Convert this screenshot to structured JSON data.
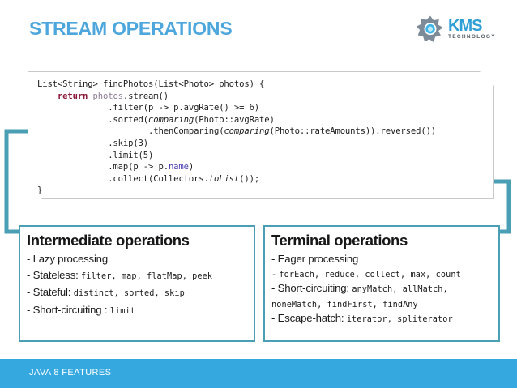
{
  "slide": {
    "title": "STREAM OPERATIONS",
    "footer_label": "JAVA 8 FEATURES",
    "accent_blue": "#4ea7dc",
    "footer_bg": "#35a8e0",
    "connector_teal": "#4b9fb5",
    "box_border": "#4b9fb5"
  },
  "logo": {
    "name": "KMS",
    "tagline": "TECHNOLOGY",
    "mark_icon": "kms-starburst-icon"
  },
  "code": {
    "lines": [
      "List<String> findPhotos(List<Photo> photos) {",
      "    return photos.stream()",
      "              .filter(p -> p.avgRate() >= 6)",
      "              .sorted(comparing(Photo::avgRate)",
      "                      .thenComparing(comparing(Photo::rateAmounts)).reversed())",
      "              .skip(3)",
      "              .limit(5)",
      "              .map(p -> p.name)",
      "              .collect(Collectors.toList());",
      "}"
    ],
    "keywords": [
      "return"
    ],
    "italics": [
      "comparing",
      "toList"
    ],
    "variables": [
      "photos"
    ],
    "properties": [
      "name"
    ]
  },
  "boxes": [
    {
      "id": "intermediate",
      "title": "Intermediate operations",
      "lines": [
        {
          "label": "- Lazy processing",
          "items": ""
        },
        {
          "label": "- Stateless:",
          "items": "filter, map, flatMap, peek"
        },
        {
          "label": "- Stateful:",
          "items": "distinct, sorted, skip"
        },
        {
          "label": "- Short-circuiting :",
          "items": "limit"
        }
      ]
    },
    {
      "id": "terminal",
      "title": "Terminal operations",
      "lines": [
        {
          "label": "- Eager processing",
          "items": ""
        },
        {
          "label": "-",
          "items": "forEach, reduce, collect, max, count"
        },
        {
          "label": "- Short-circuiting:",
          "items": "anyMatch, allMatch,"
        },
        {
          "label": "",
          "items": "noneMatch, findFirst, findAny"
        },
        {
          "label": "- Escape-hatch:",
          "items": "iterator, spliterator"
        }
      ]
    }
  ]
}
